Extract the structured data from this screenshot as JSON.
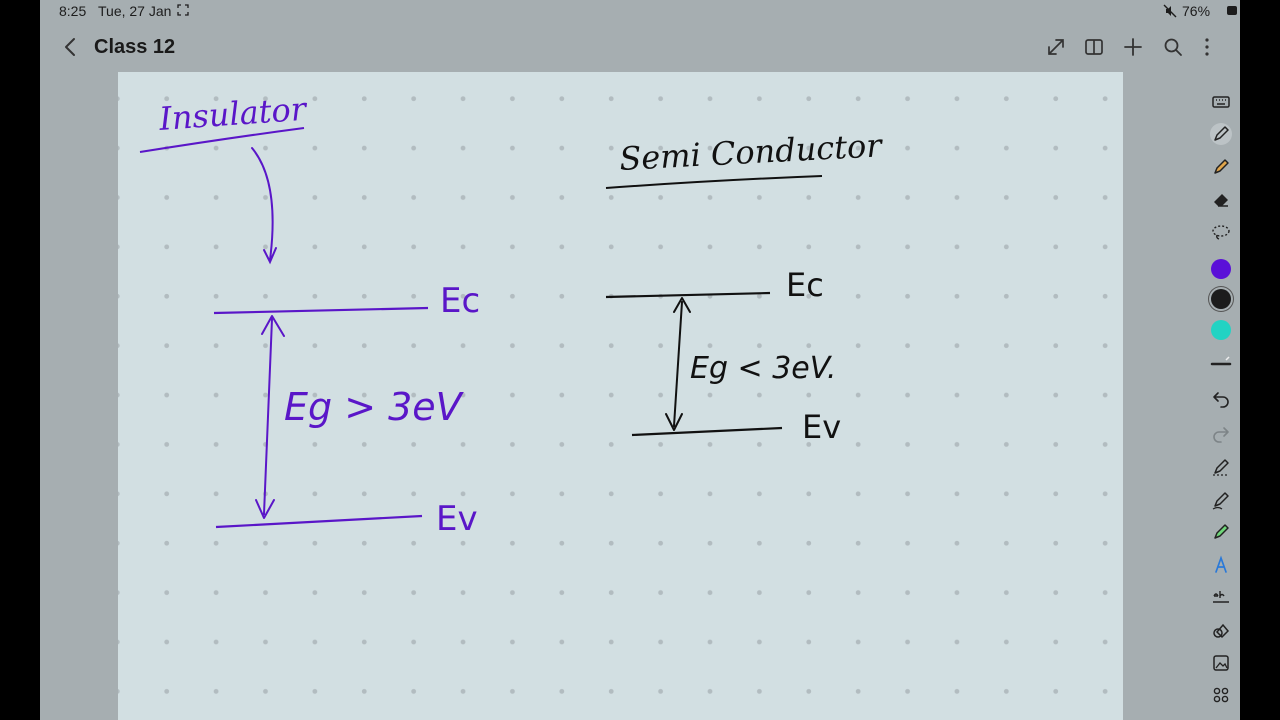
{
  "status_bar": {
    "time": "8:25",
    "date": "Tue, 27 Jan",
    "battery": "76%"
  },
  "app_bar": {
    "title": "Class 12"
  },
  "notes": {
    "insulator": {
      "heading": "Insulator",
      "upper_band": "Ec",
      "lower_band": "Ev",
      "gap": "Eg > 3eV"
    },
    "semiconductor": {
      "heading": "Semi Conductor",
      "upper_band": "Ec",
      "lower_band": "Ev",
      "gap": "Eg < 3eV."
    }
  },
  "colors": {
    "ink_purple": "#5a16c8",
    "ink_black": "#111111",
    "swatch_purple": "#5a10d8",
    "swatch_black": "#1c1c1c",
    "swatch_teal": "#22d3c3",
    "page_background": "#d2dfe2"
  },
  "toolbar": {
    "tools": [
      "keyboard-icon",
      "pen-icon",
      "highlighter-icon",
      "eraser-icon",
      "lasso-icon",
      "undo-icon",
      "redo-icon",
      "shape-recognition-icon",
      "pen-draw-icon",
      "marker-icon",
      "text-icon",
      "text-box-icon",
      "shapes-icon",
      "image-icon",
      "more-grid-icon"
    ]
  }
}
